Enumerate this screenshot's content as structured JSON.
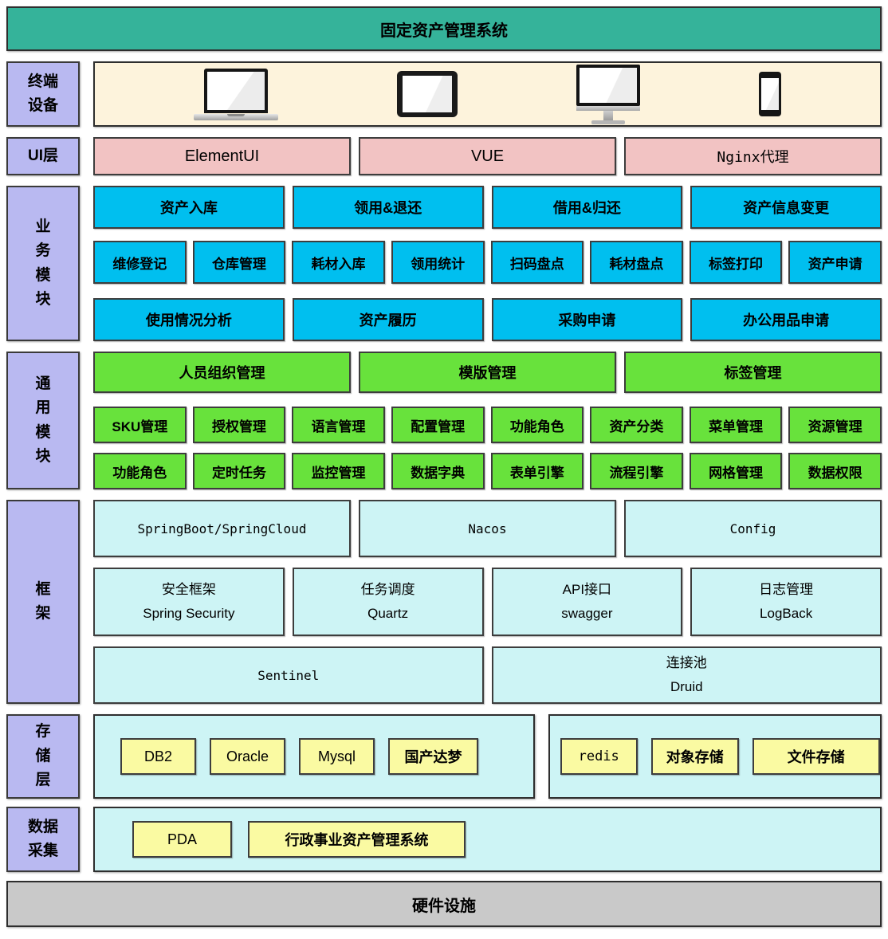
{
  "palette": {
    "header_teal": "#35b39a",
    "label_purple": "#b9b9f1",
    "terminal_cream": "#fdf3dc",
    "ui_pink": "#f2c3c3",
    "business_cyan": "#00bfef",
    "common_green": "#68e23c",
    "framework_light_cyan": "#cdf4f5",
    "storage_yellow": "#fafaa2",
    "hardware_gray": "#c9c9c9"
  },
  "header": {
    "title": "固定资产管理系统"
  },
  "layers": {
    "terminal": {
      "label": "终端\n设备",
      "devices": [
        "laptop",
        "tablet",
        "monitor",
        "smartphone"
      ]
    },
    "ui": {
      "label": "UI层",
      "items": [
        "ElementUI",
        "VUE",
        "Nginx代理"
      ]
    },
    "business": {
      "label": "业\n务\n模\n块",
      "row1": [
        "资产入库",
        "领用&退还",
        "借用&归还",
        "资产信息变更"
      ],
      "row2": [
        "维修登记",
        "仓库管理",
        "耗材入库",
        "领用统计",
        "扫码盘点",
        "耗材盘点",
        "标签打印",
        "资产申请"
      ],
      "row3": [
        "使用情况分析",
        "资产履历",
        "采购申请",
        "办公用品申请"
      ]
    },
    "common": {
      "label": "通\n用\n模\n块",
      "row1": [
        "人员组织管理",
        "模版管理",
        "标签管理"
      ],
      "row2": [
        "SKU管理",
        "授权管理",
        "语言管理",
        "配置管理",
        "功能角色",
        "资产分类",
        "菜单管理",
        "资源管理"
      ],
      "row3": [
        "功能角色",
        "定时任务",
        "监控管理",
        "数据字典",
        "表单引擎",
        "流程引擎",
        "网格管理",
        "数据权限"
      ]
    },
    "framework": {
      "label": "框\n架",
      "row1": [
        "SpringBoot/SpringCloud",
        "Nacos",
        "Config"
      ],
      "row2": [
        "安全框架\nSpring Security",
        "任务调度\nQuartz",
        "API接口\nswagger",
        "日志管理\nLogBack"
      ],
      "row3": [
        "Sentinel",
        "连接池\nDruid"
      ]
    },
    "storage": {
      "label": "存\n储\n层",
      "databases": [
        "DB2",
        "Oracle",
        "Mysql",
        "国产达梦"
      ],
      "stores": [
        "redis",
        "对象存储",
        "文件存储"
      ]
    },
    "collection": {
      "label": "数据\n采集",
      "items": [
        "PDA",
        "行政事业资产管理系统"
      ]
    },
    "hardware": {
      "title": "硬件设施"
    }
  }
}
